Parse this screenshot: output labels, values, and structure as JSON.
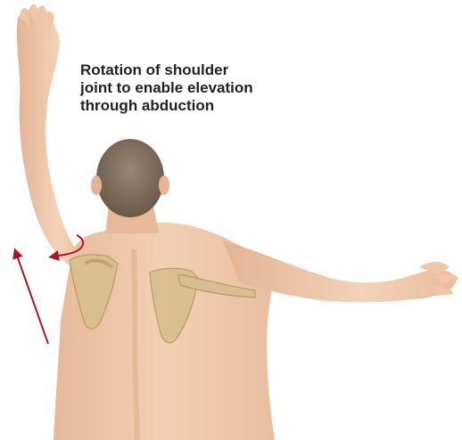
{
  "caption": {
    "lines": [
      "Rotation of shoulder",
      "joint to enable elevation",
      "through abduction"
    ]
  },
  "colors": {
    "background": "#ffffff",
    "skin": "#efc9ad",
    "skin_shadow": "#e2b392",
    "bone": "#d8be8e",
    "bone_outline": "#b69767",
    "hair": "#7e6a59",
    "arrow": "#b0141e",
    "caption_text": "#222222"
  },
  "icons": {
    "elevation_arrow": "long-arrow-up-left-icon",
    "rotation_arrow": "curved-arrow-icon"
  }
}
